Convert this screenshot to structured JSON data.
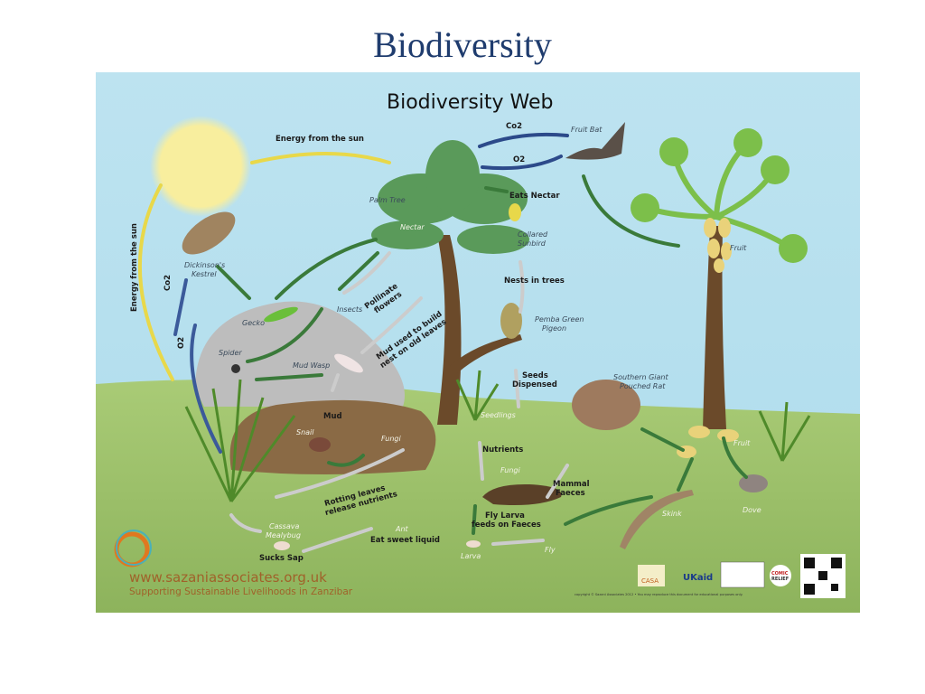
{
  "slide": {
    "title": "Biodiversity"
  },
  "poster": {
    "title": "Biodiversity Web",
    "colors": {
      "sky": "#BDE3F0",
      "ground": "#9CC26A",
      "sun": "#F8EE9E",
      "title": "#1F3C6E",
      "brand": "#A0622A"
    },
    "flows": {
      "energy_top": "Energy from the sun",
      "energy_side": "Energy from the sun",
      "co2_left": "Co2",
      "o2_left": "O2",
      "co2_top": "Co2",
      "o2_top": "O2",
      "eats_nectar": "Eats Nectar",
      "nests_in_trees": "Nests in trees",
      "pollinate_1": "Pollinate",
      "pollinate_2": "flowers",
      "mud_used_1": "Mud used to build",
      "mud_used_2": "nest on old leaves",
      "mud": "Mud",
      "rotting_1": "Rotting leaves",
      "rotting_2": "release nutrients",
      "eat_sweet_liquid": "Eat sweet liquid",
      "sucks_sap": "Sucks Sap",
      "seeds_1": "Seeds",
      "seeds_2": "Dispensed",
      "nutrients": "Nutrients",
      "mammal_1": "Mammal",
      "mammal_2": "Faeces",
      "fly_larva_1": "Fly Larva",
      "fly_larva_2": "feeds on Faeces"
    },
    "species": {
      "kestrel_1": "Dickinson's",
      "kestrel_2": "Kestrel",
      "palm_tree": "Palm Tree",
      "nectar": "Nectar",
      "fruit_bat": "Fruit Bat",
      "sunbird_1": "Collared",
      "sunbird_2": "Sunbird",
      "fruit_top": "Fruit",
      "pigeon_1": "Pemba Green",
      "pigeon_2": "Pigeon",
      "gecko": "Gecko",
      "insects": "Insects",
      "spider": "Spider",
      "mud_wasp": "Mud Wasp",
      "snail": "Snail",
      "fungi_left": "Fungi",
      "mealybug_1": "Cassava",
      "mealybug_2": "Mealybug",
      "ant": "Ant",
      "rat_1": "Southern Giant",
      "rat_2": "Pouched Rat",
      "seedlings": "Seedlings",
      "fungi_right": "Fungi",
      "fruit_ground": "Fruit",
      "skink": "Skink",
      "dove": "Dove",
      "larva": "Larva",
      "fly": "Fly"
    },
    "footer": {
      "website": "www.sazaniassociates.org.uk",
      "tagline": "Supporting Sustainable Livelihoods in Zanzibar",
      "copyright": "copyright © Sazani Associates 2012 • You may reproduce this document for educational purposes only.",
      "logos": {
        "casa": "CASA",
        "ukaid": "UKaid",
        "comic_relief_1": "COMIC",
        "comic_relief_2": "RELIEF"
      }
    }
  }
}
